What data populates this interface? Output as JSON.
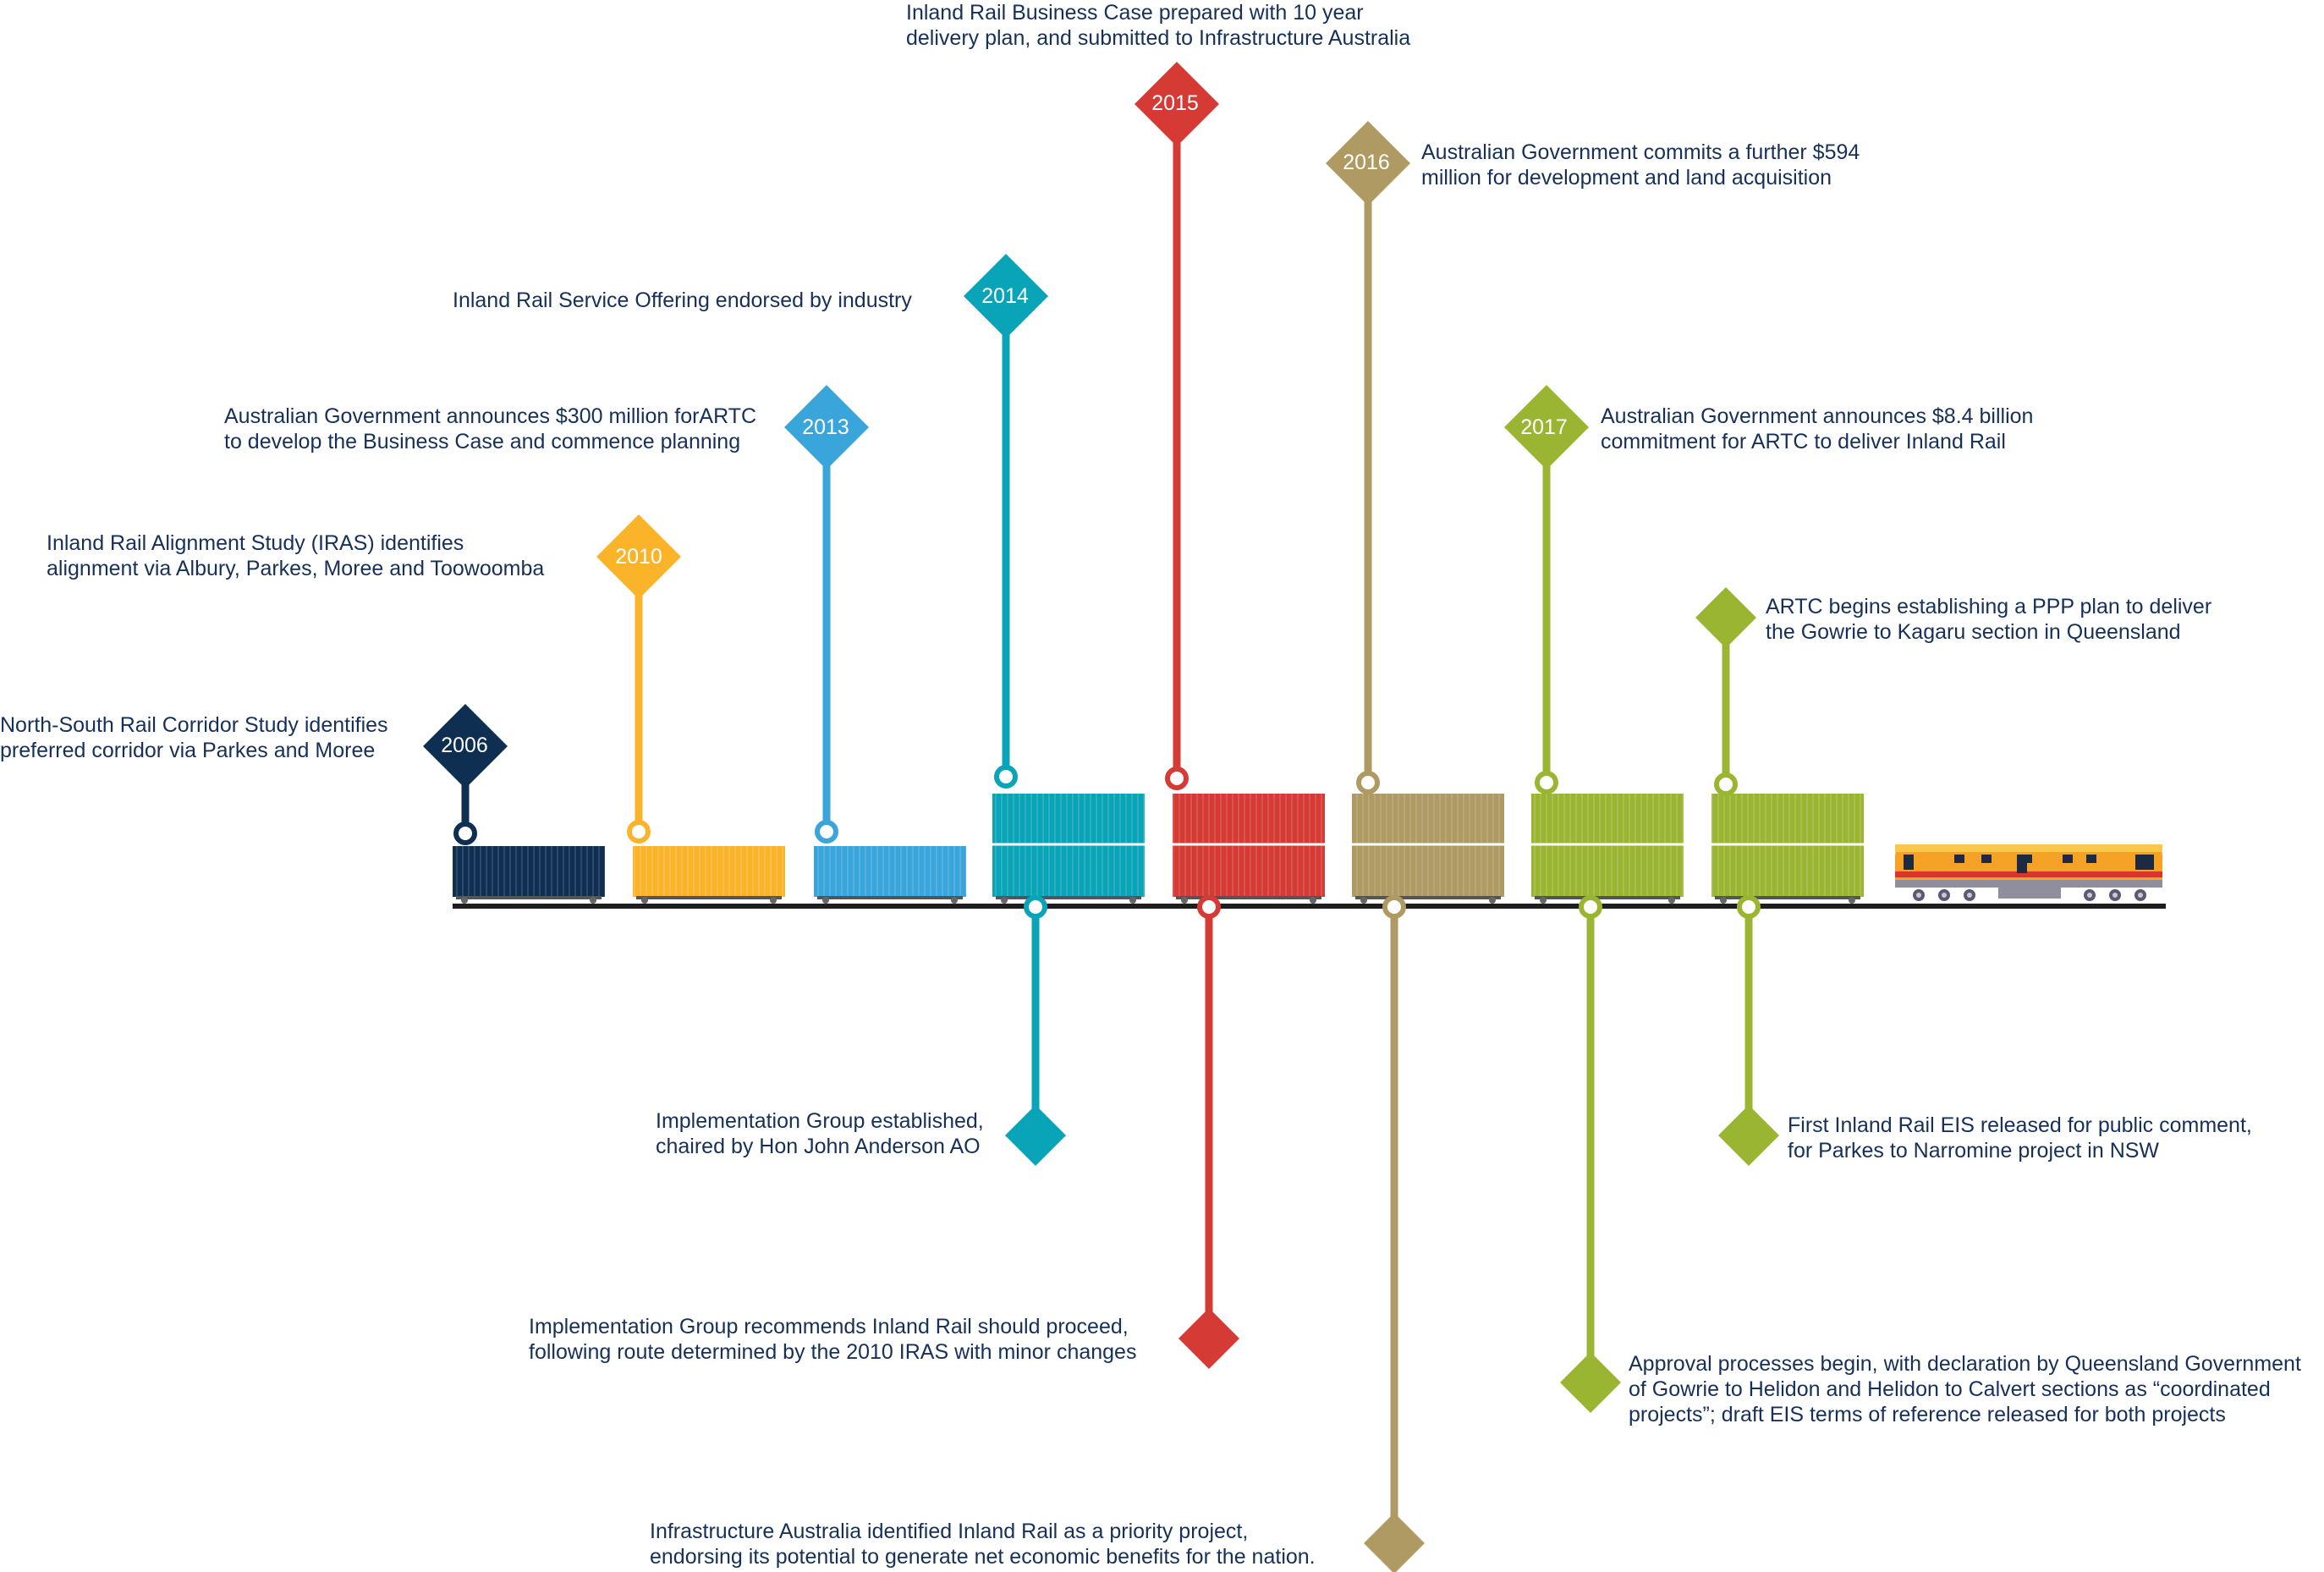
{
  "colors": {
    "y2006": "#0e2e52",
    "y2010": "#fbb42a",
    "y2013": "#3aa5db",
    "y2014": "#0aa4b8",
    "y2015": "#d53b34",
    "y2016": "#ae9a62",
    "y2017": "#9ab532",
    "text": "#16305a",
    "track": "#1e1e1e"
  },
  "milestones": [
    {
      "id": "2006",
      "year": "2006",
      "text": "North-South Rail Corridor Study identifies\npreferred corridor via Parkes and Moree"
    },
    {
      "id": "2010",
      "year": "2010",
      "text": "Inland Rail Alignment Study (IRAS) identifies\nalignment via Albury, Parkes, Moree and Toowoomba"
    },
    {
      "id": "2013",
      "year": "2013",
      "text": "Australian Government announces $300 million forARTC\nto develop the Business Case and commence planning"
    },
    {
      "id": "2014",
      "year": "2014",
      "text": "Inland Rail Service Offering endorsed by industry"
    },
    {
      "id": "2014b",
      "year": "",
      "text": "Implementation Group established,\nchaired by Hon John Anderson AO"
    },
    {
      "id": "2015",
      "year": "2015",
      "text": "Inland Rail Business Case prepared with 10 year\ndelivery plan, and submitted to Infrastructure Australia"
    },
    {
      "id": "2015b",
      "year": "",
      "text": "Implementation Group recommends Inland Rail should proceed,\nfollowing route determined by the 2010 IRAS with minor changes"
    },
    {
      "id": "2016",
      "year": "2016",
      "text": "Australian Government commits a further $594\nmillion for development and land acquisition"
    },
    {
      "id": "2016b",
      "year": "",
      "text": "Infrastructure Australia identified Inland Rail as a priority project,\nendorsing its potential to generate net economic benefits for the nation."
    },
    {
      "id": "2017",
      "year": "2017",
      "text": "Australian Government announces $8.4 billion\ncommitment for ARTC to deliver Inland Rail"
    },
    {
      "id": "2017b",
      "year": "",
      "text": "Approval processes begin, with declaration by Queensland Government\nof Gowrie to Helidon and Helidon to Calvert sections as “coordinated\nprojects”; draft EIS terms of reference released for both projects"
    },
    {
      "id": "2017c",
      "year": "",
      "text": "ARTC begins establishing a PPP plan to deliver\nthe Gowrie to Kagaru section in Queensland"
    },
    {
      "id": "2017d",
      "year": "",
      "text": "First Inland Rail EIS released for public comment,\nfor Parkes to Narromine project in NSW"
    }
  ]
}
